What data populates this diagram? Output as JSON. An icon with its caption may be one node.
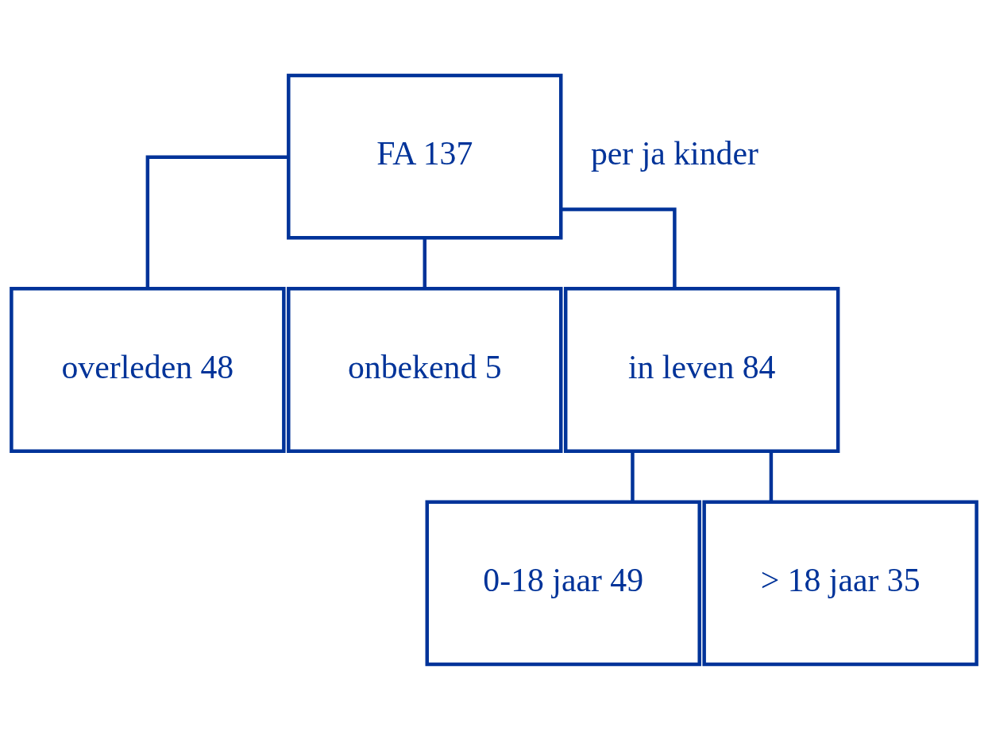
{
  "diagram": {
    "nodes": [
      {
        "text": [
          "FA 137"
        ]
      },
      {
        "text": [
          "overleden 48"
        ]
      },
      {
        "text": [
          "onbekend 5"
        ]
      },
      {
        "text": [
          "in leven 84"
        ]
      },
      {
        "text": [
          "0-18 jaar 49"
        ]
      },
      {
        "text": [
          "> 18 jaar 35"
        ]
      }
    ],
    "edges": [
      {
        "from": 0,
        "to": 1,
        "arrow": "none"
      },
      {
        "from": 0,
        "to": 2,
        "arrow": "none"
      },
      {
        "from": 0,
        "to": 3,
        "arrow": "none"
      },
      {
        "from": 3,
        "to": 4,
        "arrow": "none"
      },
      {
        "from": 3,
        "to": 5,
        "arrow": "none"
      }
    ],
    "labels": [
      "per ja kinder"
    ]
  }
}
